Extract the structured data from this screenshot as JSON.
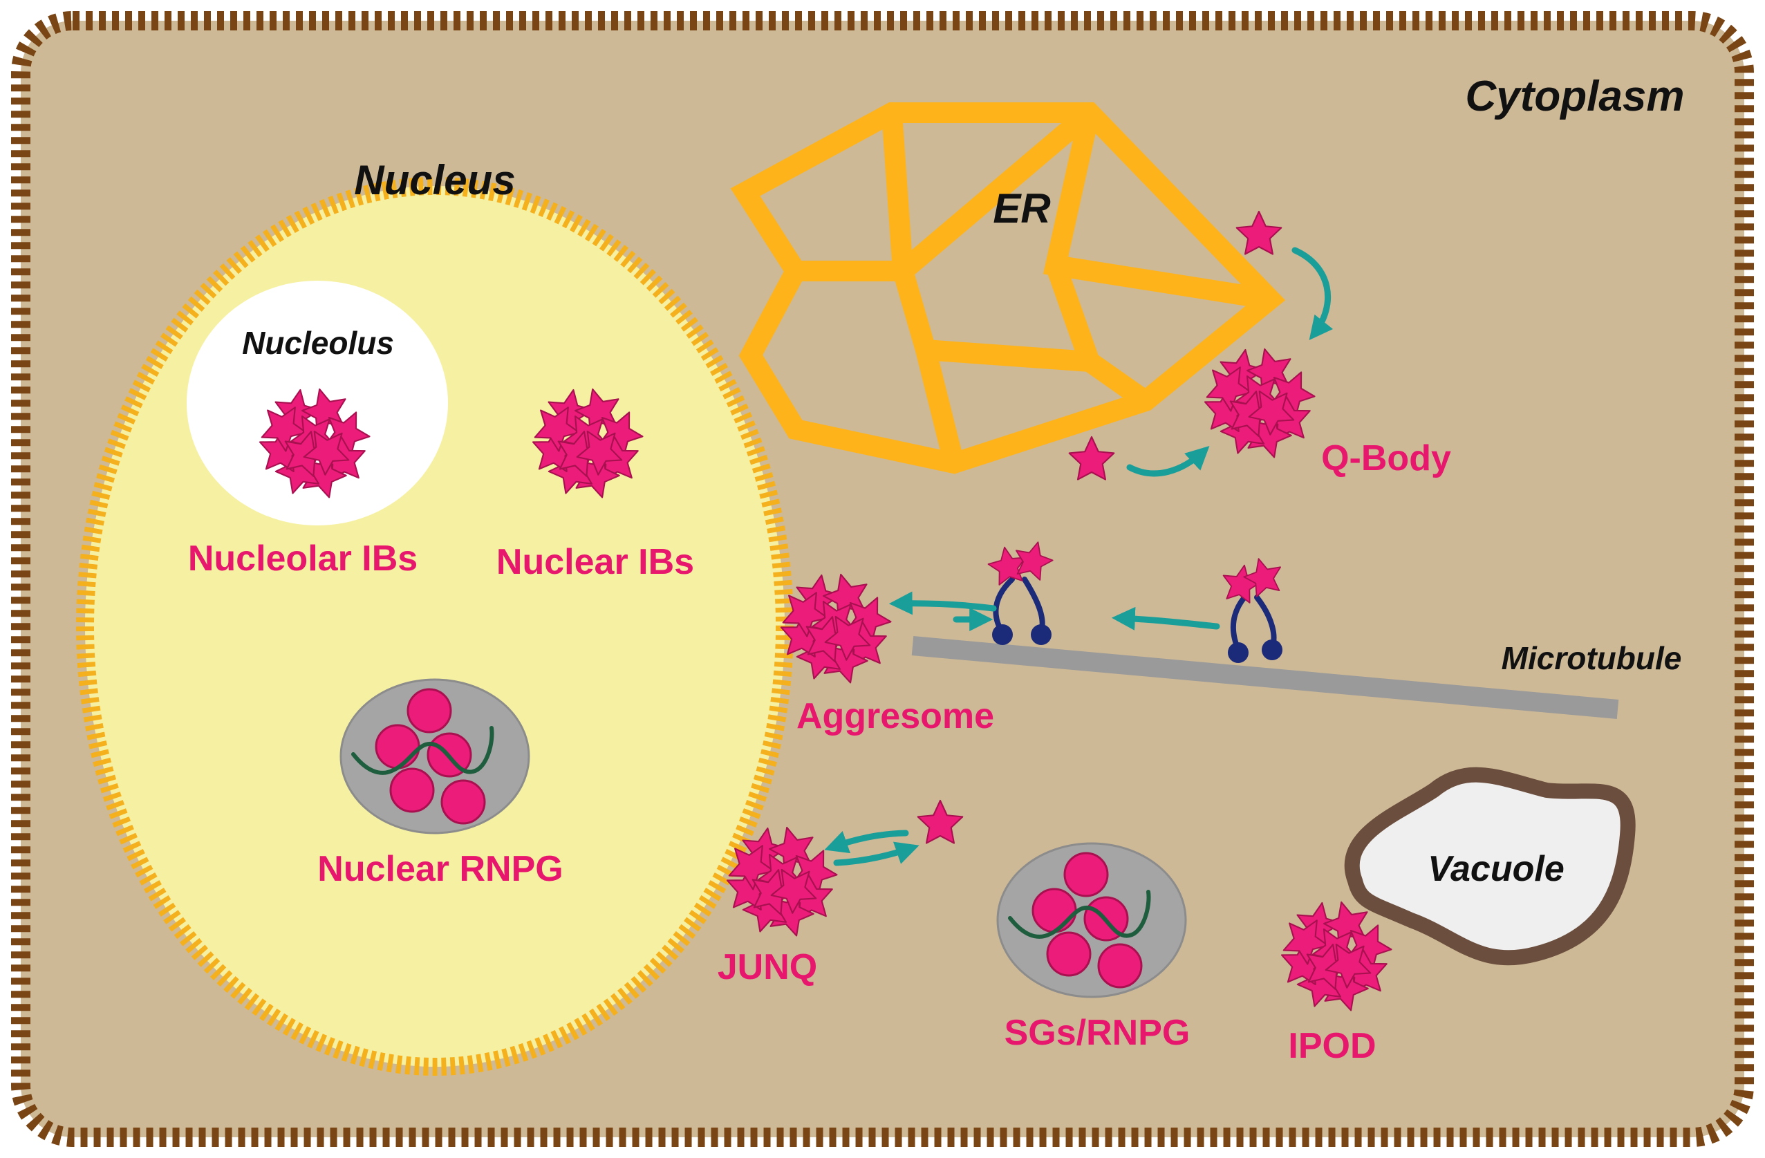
{
  "labels": {
    "cytoplasm": "Cytoplasm",
    "nucleus": "Nucleus",
    "nucleolus": "Nucleolus",
    "nucleolar_ibs": "Nucleolar IBs",
    "nuclear_ibs": "Nuclear IBs",
    "nuclear_rnpg": "Nuclear RNPG",
    "er": "ER",
    "q_body": "Q-Body",
    "microtubule": "Microtubule",
    "aggresome": "Aggresome",
    "junq": "JUNQ",
    "sgs_rnpg": "SGs/RNPG",
    "vacuole": "Vacuole",
    "ipod": "IPOD"
  },
  "colors": {
    "cytoplasm_fill": "#CDB996",
    "cell_border": "#7A4514",
    "nucleus_fill": "#F6F1A2",
    "nucleus_border": "#F5B01E",
    "nucleolus_fill": "#FFFFFF",
    "er": "#FFB31A",
    "aggregate": "#EC1C7A",
    "aggregate_edge": "#A8104F",
    "label": "#E8176E",
    "arrow": "#1A9E9A",
    "microtubule": "#9A9A9A",
    "motor_protein": "#1C2A7A",
    "granule": "#A5A5A5",
    "rna": "#1E5E3E",
    "vacuole_fill": "#EFEFEF",
    "vacuole_border": "#6B4E3D"
  },
  "icons": {
    "aggregate": "pink-star-cluster",
    "misfolded_protein": "pink-star",
    "motor_protein": "dynein-motor",
    "ribonucleoprotein_granule": "gray-granule-with-pink-spheres"
  }
}
